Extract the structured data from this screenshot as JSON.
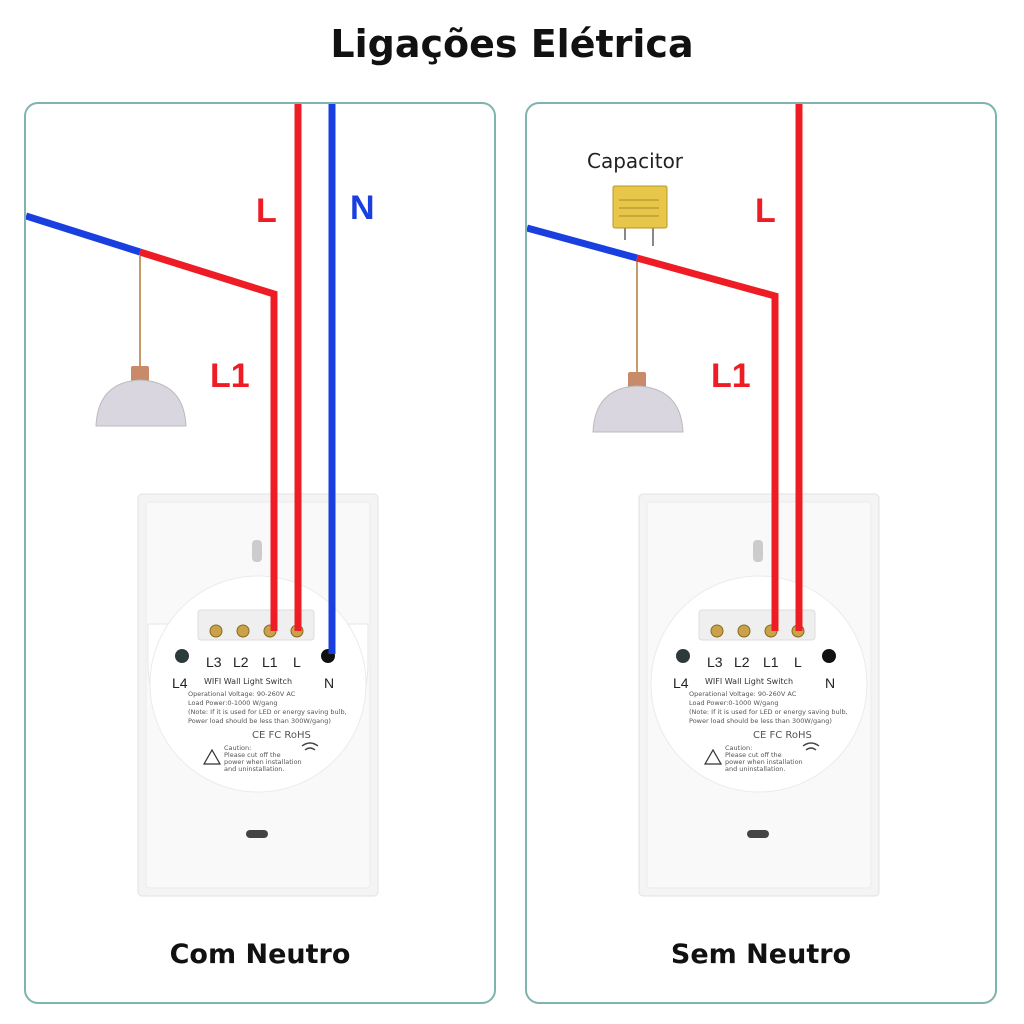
{
  "title": "Ligações Elétrica",
  "colors": {
    "live": "#ee1c24",
    "neutral": "#1a3fe0",
    "border": "#7fb3ad"
  },
  "panels": [
    {
      "caption": "Com Neutro",
      "labels": {
        "live": "L",
        "neutral": "N",
        "load": "L1"
      },
      "switch": {
        "terminals": [
          "L3",
          "L2",
          "L1",
          "L"
        ],
        "extra_labels": {
          "l4": "L4",
          "n": "N"
        },
        "title": "WIFI Wall Light Switch",
        "spec_lines": [
          "Operational Voltage: 90-260V AC",
          "Load Power:0-1000 W/gang",
          "(Note: If it is used for LED or energy saving bulb,",
          "Power load should be less than 300W/gang)"
        ],
        "certs": "CE FC RoHS",
        "caution": [
          "Caution:",
          "Please cut off the",
          "power when installation",
          "and uninstallation."
        ]
      }
    },
    {
      "caption": "Sem Neutro",
      "labels": {
        "live": "L",
        "load": "L1",
        "capacitor": "Capacitor"
      },
      "switch": {
        "terminals": [
          "L3",
          "L2",
          "L1",
          "L"
        ],
        "extra_labels": {
          "l4": "L4",
          "n": "N"
        },
        "title": "WIFI Wall Light Switch",
        "spec_lines": [
          "Operational Voltage: 90-260V AC",
          "Load Power:0-1000 W/gang",
          "(Note: If it is used for LED or energy saving bulb,",
          "Power load should be less than 300W/gang)"
        ],
        "certs": "CE FC RoHS",
        "caution": [
          "Caution:",
          "Please cut off the",
          "power when installation",
          "and uninstallation."
        ]
      }
    }
  ]
}
